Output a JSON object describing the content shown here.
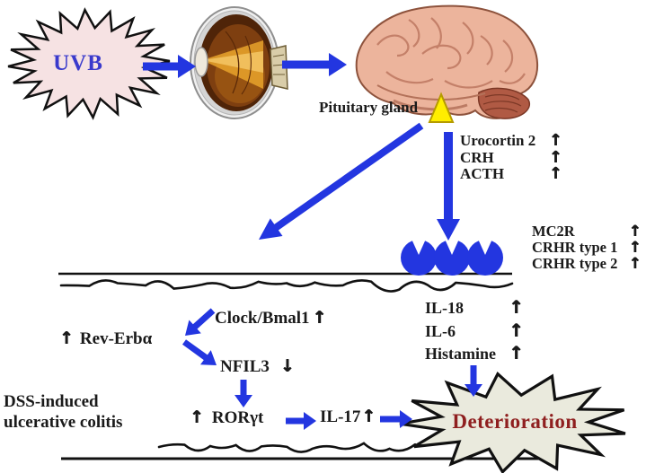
{
  "palette": {
    "arrow_blue": "#2336e0",
    "uvb_fill": "#f6e2e3",
    "uvb_text": "#3a3acc",
    "deterioration_fill": "#eaeadd",
    "deterioration_text": "#8f1f1f",
    "triangle_yellow": "#ffee00",
    "text_black": "#1a1a1a"
  },
  "nodes": {
    "uvb": "UVB",
    "pituitary_gland": "Pituitary gland",
    "deterioration": "Deterioration",
    "dss_line1": "DSS-induced",
    "dss_line2": "ulcerative colitis"
  },
  "hormones": [
    {
      "label": "Urocortin 2",
      "arrow": "↑"
    },
    {
      "label": "CRH",
      "arrow": "↑"
    },
    {
      "label": "ACTH",
      "arrow": "↑"
    }
  ],
  "receptors": [
    {
      "label": "MC2R",
      "arrow": "↑"
    },
    {
      "label": "CRHR type 1",
      "arrow": "↑"
    },
    {
      "label": "CRHR type 2",
      "arrow": "↑"
    }
  ],
  "clock_pathway": {
    "clock": {
      "label": "Clock/Bmal1",
      "arrow": "↑"
    },
    "rev_erb": {
      "arrow": "↑",
      "label": "Rev-Erbα"
    },
    "nfil3": {
      "label": "NFIL3",
      "arrow": "↓"
    },
    "roryt": {
      "arrow": "↑",
      "label": "RORγt"
    },
    "il17": {
      "label": "IL-17",
      "arrow": "↑"
    }
  },
  "mediators": [
    {
      "label": "IL-18",
      "arrow": "↑"
    },
    {
      "label": "IL-6",
      "arrow": "↑"
    },
    {
      "label": "Histamine",
      "arrow": "↑"
    }
  ]
}
